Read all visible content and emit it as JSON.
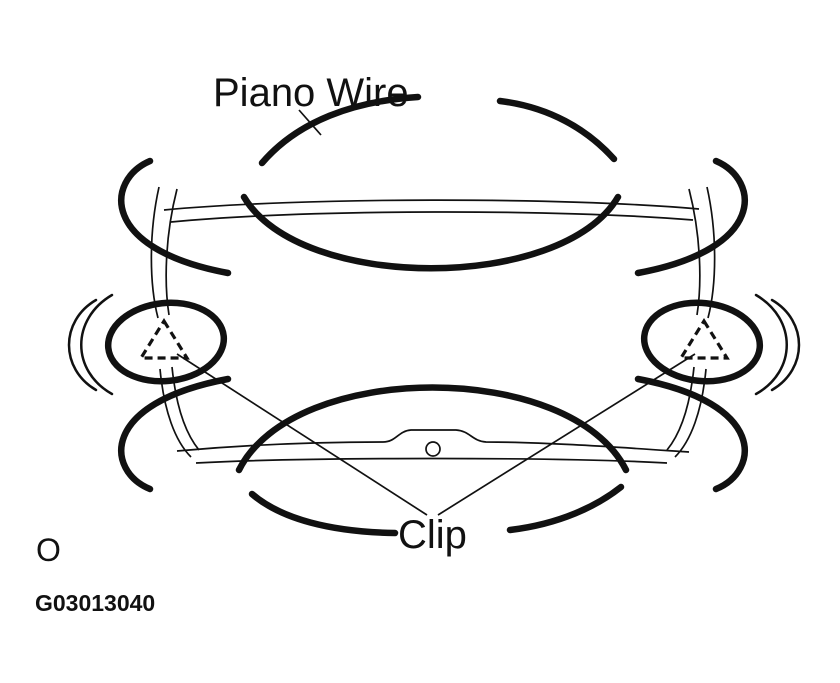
{
  "figure": {
    "type": "technical-illustration",
    "labels": {
      "piano_wire": "Piano Wire",
      "clip": "Clip",
      "marker_o": "O",
      "figure_id": "G03013040"
    },
    "colors": {
      "ink": "#111111",
      "background": "#ffffff"
    }
  }
}
